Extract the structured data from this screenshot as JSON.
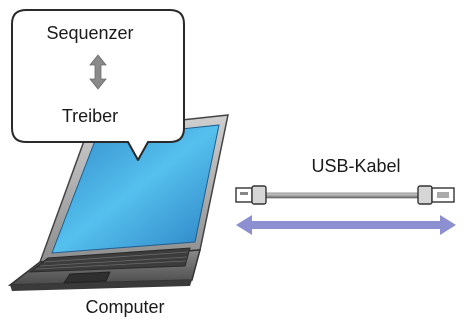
{
  "bubble": {
    "top_label": "Sequenzer",
    "bottom_label": "Treiber"
  },
  "cable": {
    "label": "USB-Kabel"
  },
  "computer": {
    "label": "Computer"
  },
  "colors": {
    "bidirectional_arrow": "#8c8fd0",
    "updown_arrow": "#8a8a8a",
    "screen": "#4fb7e6",
    "laptop_body": "#5f5f5f",
    "bubble_border": "#2a2a2a"
  },
  "icons": [
    "laptop-icon",
    "usb-plug-a-icon",
    "usb-plug-b-icon",
    "updown-arrow-icon",
    "bidirectional-arrow-icon"
  ]
}
